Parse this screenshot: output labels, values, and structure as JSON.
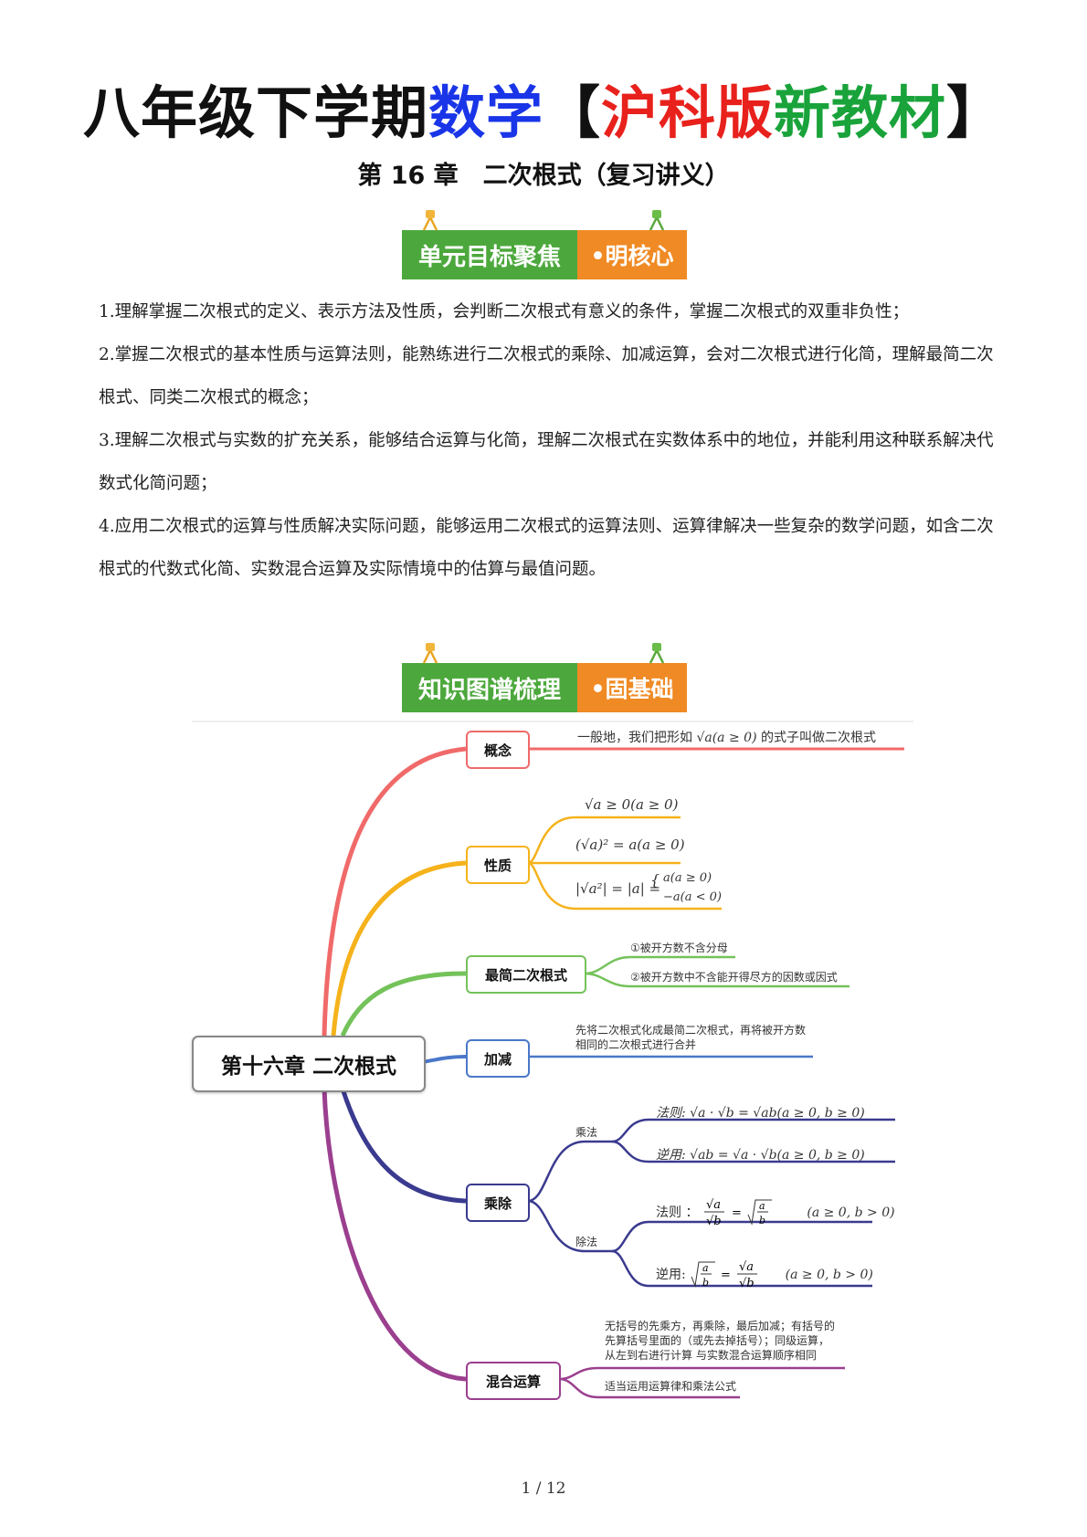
{
  "title": {
    "part1": "八年级下学期",
    "part2": "数学",
    "part3": "【",
    "part4": "沪科版",
    "part5": "新教材",
    "part6": "】"
  },
  "subtitle": "第 16 章　二次根式（复习讲义）",
  "banner1": {
    "left": "单元目标聚焦",
    "right": "•明核心"
  },
  "objectives": [
    "1.理解掌握二次根式的定义、表示方法及性质，会判断二次根式有意义的条件，掌握二次根式的双重非负性；",
    "2.掌握二次根式的基本性质与运算法则，能熟练进行二次根式的乘除、加减运算，会对二次根式进行化简，理解最简二次根式、同类二次根式的概念；",
    "3.理解二次根式与实数的扩充关系，能够结合运算与化简，理解二次根式在实数体系中的地位，并能利用这种联系解决代数式化简问题；",
    "4.应用二次根式的运算与性质解决实际问题，能够运用二次根式的运算法则、运算律解决一些复杂的数学问题，如含二次根式的代数式化简、实数混合运算及实际情境中的估算与最值问题。"
  ],
  "banner2": {
    "left": "知识图谱梳理",
    "right": "•固基础"
  },
  "mindmap": {
    "center": "第十六章 二次根式",
    "nodes": {
      "concept": "概念",
      "property": "性质",
      "simplest": "最简二次根式",
      "addsub": "加减",
      "muldiv": "乘除",
      "mixed": "混合运算"
    },
    "concept_text_a": "一般地，我们把形如",
    "concept_text_b": "√a(a ≥ 0)",
    "concept_text_c": "的式子叫做二次根式",
    "property_items": [
      "√a ≥ 0(a ≥ 0)",
      "(√a)² = a(a ≥ 0)",
      "|√a²| = |a| ="
    ],
    "property_cases": [
      "a(a ≥ 0)",
      "−a(a < 0)"
    ],
    "simplest_items": [
      "①被开方数不含分母",
      "②被开方数中不含能开得尽方的因数或因式"
    ],
    "addsub_text": [
      "先将二次根式化成最简二次根式，再将被开方数",
      "相同的二次根式进行合并"
    ],
    "mul_label": "乘法",
    "div_label": "除法",
    "mul_rule": "法则: √a · √b = √ab(a ≥ 0, b ≥ 0)",
    "mul_inverse": "逆用: √ab = √a · √b(a ≥ 0, b ≥ 0)",
    "div_rule_label": "法则 ：",
    "div_inverse_label": "逆用:",
    "div_cond": "(a ≥ 0, b > 0)",
    "mixed_items": [
      "无括号的先乘方，再乘除，最后加减；有括号的",
      "先算括号里面的（或先去掉括号）；同级运算，",
      "从左到右进行计算 与实数混合运算顺序相同"
    ],
    "mixed_item2": "适当运用运算律和乘法公式"
  },
  "page_number": "1 / 12",
  "colors": {
    "blue": "#1a35e8",
    "red": "#e8211c",
    "green": "#19a33a",
    "banner_green": "#4ca83c",
    "banner_orange": "#f08a24"
  }
}
